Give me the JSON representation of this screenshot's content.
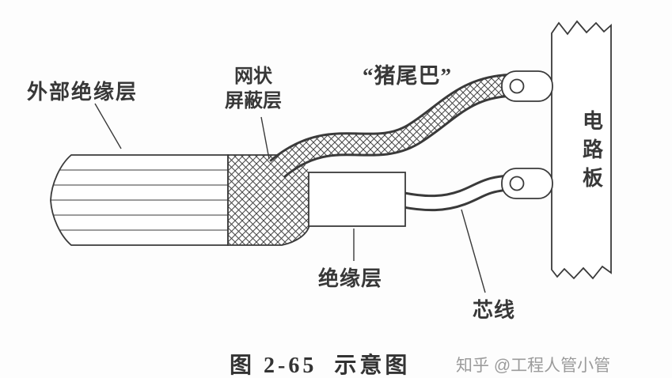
{
  "figure": {
    "caption": "图 2-65  示意图",
    "watermark": "知乎 @工程人管小管",
    "labels": {
      "outer_insulation": "外部绝缘层",
      "mesh_line1": "网状",
      "mesh_line2": "屏蔽层",
      "pigtail": "“猪尾巴”",
      "circuit_board": "电路板",
      "insulation": "绝缘层",
      "core_wire": "芯线"
    },
    "colors": {
      "line": "#3a3a3a",
      "text": "#383838",
      "watermark": "#9b9b9b",
      "background": "#fdfdfd"
    }
  }
}
